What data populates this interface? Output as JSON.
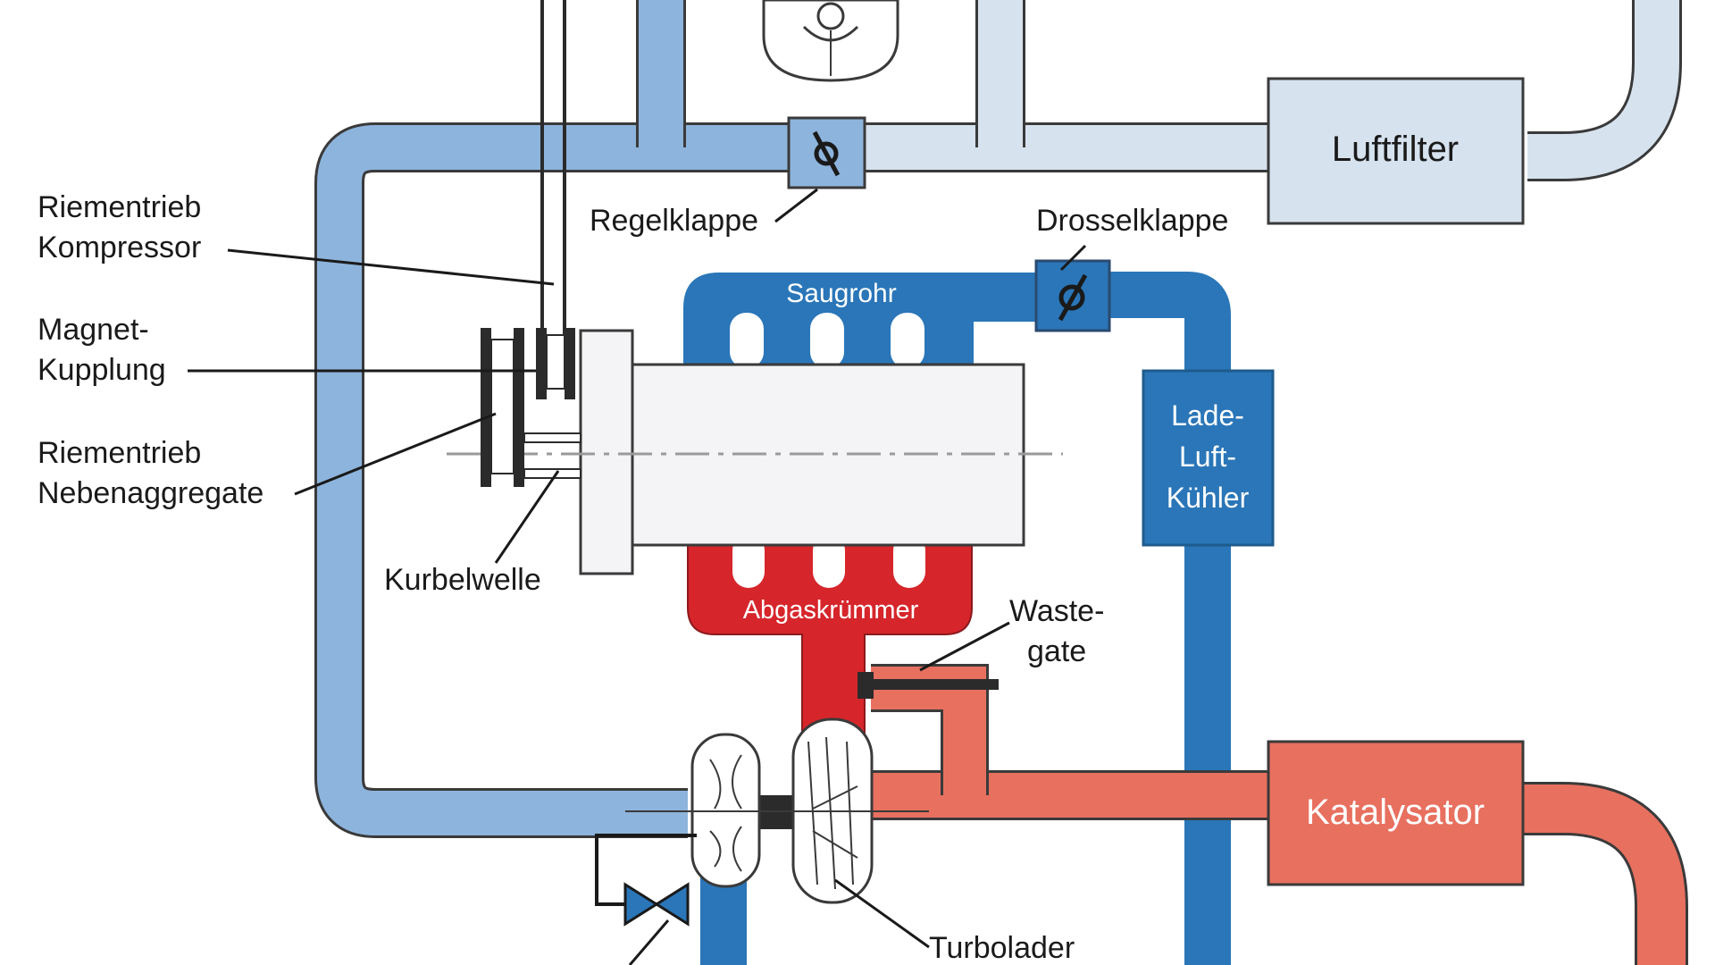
{
  "labels": {
    "luftfilter": "Luftfilter",
    "regelklappe": "Regelklappe",
    "drosselklappe": "Drosselklappe",
    "riementrieb_kompressor_1": "Riementrieb",
    "riementrieb_kompressor_2": "Kompressor",
    "magnet_kupplung_1": "Magnet-",
    "magnet_kupplung_2": "Kupplung",
    "riementrieb_neben_1": "Riementrieb",
    "riementrieb_neben_2": "Nebenaggregate",
    "kurbelwelle": "Kurbelwelle",
    "saugrohr": "Saugrohr",
    "ladeluftkuehler_1": "Lade-",
    "ladeluftkuehler_2": "Luft-",
    "ladeluftkuehler_3": "Kühler",
    "abgaskruemmer": "Abgaskrümmer",
    "wastegate_1": "Waste-",
    "wastegate_2": "gate",
    "katalysator": "Katalysator",
    "turbolader": "Turbolader"
  },
  "colors": {
    "intake_light": "#d6e2ee",
    "intake_mid": "#8db4dc",
    "charge_air": "#2a76b8",
    "exhaust_hot": "#d6262b",
    "exhaust_cool": "#e8705f",
    "engine": "#f4f4f6",
    "outline": "#3a3a3a"
  }
}
